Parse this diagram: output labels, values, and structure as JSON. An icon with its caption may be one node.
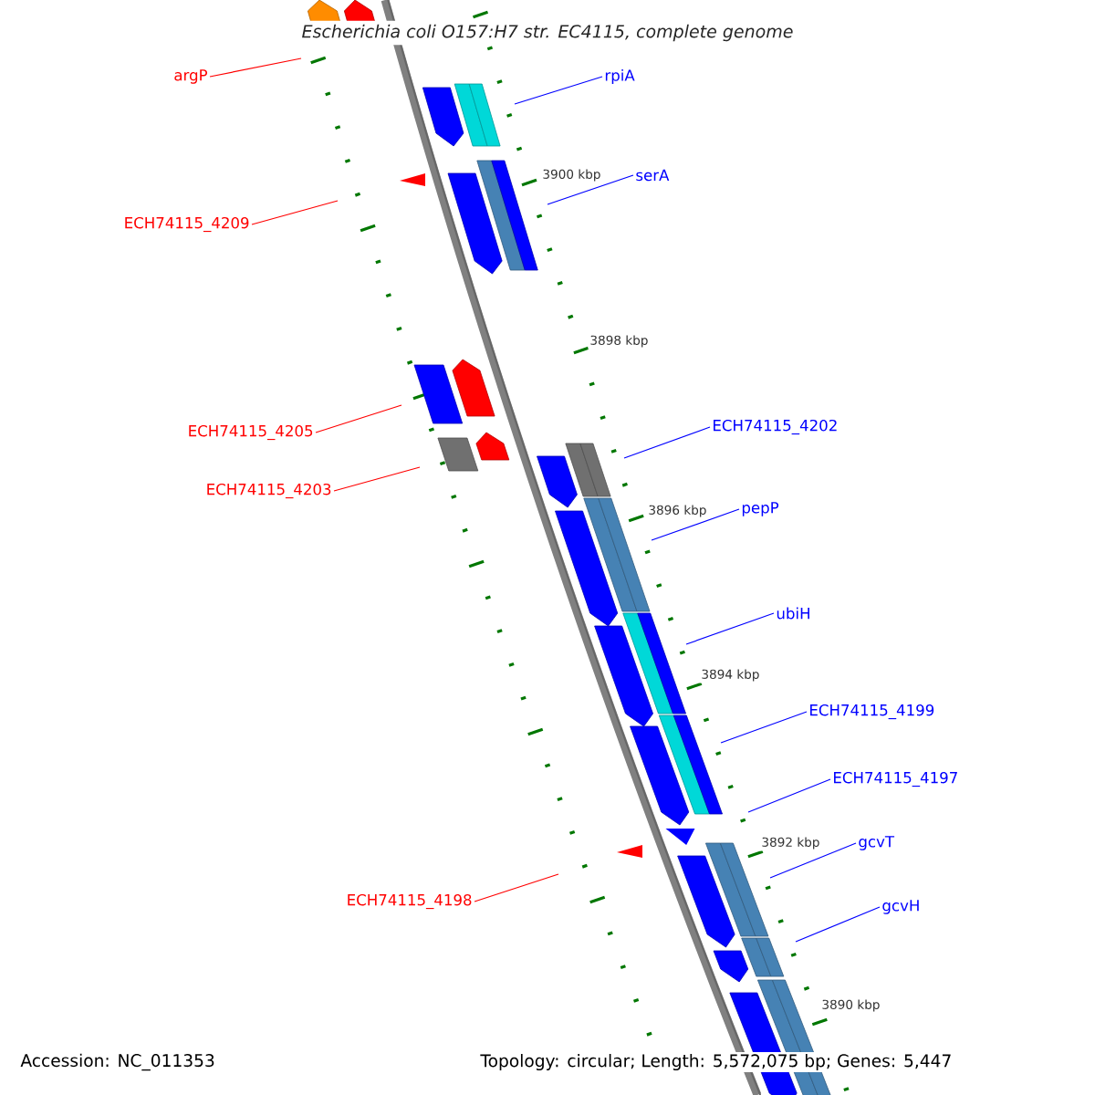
{
  "diagram": {
    "title": "Escherichia coli O157:H7 str. EC4115, complete genome",
    "nodes": [
      {
        "text": [
          "argP"
        ]
      },
      {
        "text": [
          "rpiA"
        ]
      },
      {
        "text": [
          "serA"
        ]
      },
      {
        "text": [
          "ECH74115_4209"
        ]
      },
      {
        "text": [
          "ECH74115_4202"
        ]
      },
      {
        "text": [
          "ECH74115_4205"
        ]
      },
      {
        "text": [
          "ECH74115_4203"
        ]
      },
      {
        "text": [
          "pepP"
        ]
      },
      {
        "text": [
          "ubiH"
        ]
      },
      {
        "text": [
          "ECH74115_4199"
        ]
      },
      {
        "text": [
          "ECH74115_4197"
        ]
      },
      {
        "text": [
          "gcvT"
        ]
      },
      {
        "text": [
          "ECH74115_4198"
        ]
      },
      {
        "text": [
          "gcvH"
        ]
      }
    ],
    "edges": [
      {
        "from": 0,
        "to": null,
        "arrow": "none",
        "color": "#ff0000"
      },
      {
        "from": 1,
        "to": null,
        "arrow": "none"
      },
      {
        "from": 2,
        "to": null,
        "arrow": "none"
      },
      {
        "from": 3,
        "to": null,
        "arrow": "none",
        "color": "#ff0000"
      },
      {
        "from": 4,
        "to": null,
        "arrow": "none"
      },
      {
        "from": 5,
        "to": null,
        "arrow": "none",
        "color": "#ff0000"
      },
      {
        "from": 6,
        "to": null,
        "arrow": "none",
        "color": "#ff0000"
      },
      {
        "from": 7,
        "to": null,
        "arrow": "none"
      },
      {
        "from": 8,
        "to": null,
        "arrow": "none"
      },
      {
        "from": 9,
        "to": null,
        "arrow": "none"
      },
      {
        "from": 10,
        "to": null,
        "arrow": "none"
      },
      {
        "from": 11,
        "to": null,
        "arrow": "none"
      },
      {
        "from": 12,
        "to": null,
        "arrow": "none",
        "color": "#ff0000"
      },
      {
        "from": 13,
        "to": null,
        "arrow": "none"
      }
    ],
    "labels": [
      "3900 kbp",
      "3898 kbp",
      "3896 kbp",
      "3894 kbp",
      "3892 kbp",
      "3890 kbp",
      "Accession: NC_011353",
      "Topology: circular; Length: 5,572,075 bp; Genes: 5,447"
    ]
  }
}
